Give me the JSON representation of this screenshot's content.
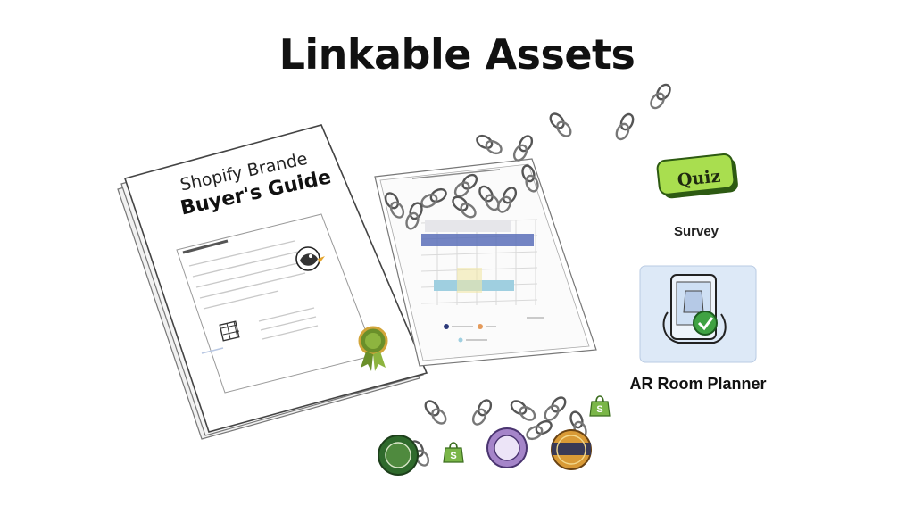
{
  "title": "Linkable Assets",
  "guide": {
    "brand": "Shopify Brande",
    "title": "Buyer's Guide"
  },
  "quiz": {
    "label": "Quiz",
    "color": "#a9de4f"
  },
  "survey": {
    "label": "Survey"
  },
  "ar_planner": {
    "label": "AR Room Planner",
    "card_color": "#dde9f7"
  },
  "colors": {
    "shopify_green": "#7ab648",
    "chart_blue": "#5b6fb8",
    "chart_teal": "#9fcfe0",
    "badge_purple": "#a585c9",
    "badge_gold": "#d99a36"
  }
}
